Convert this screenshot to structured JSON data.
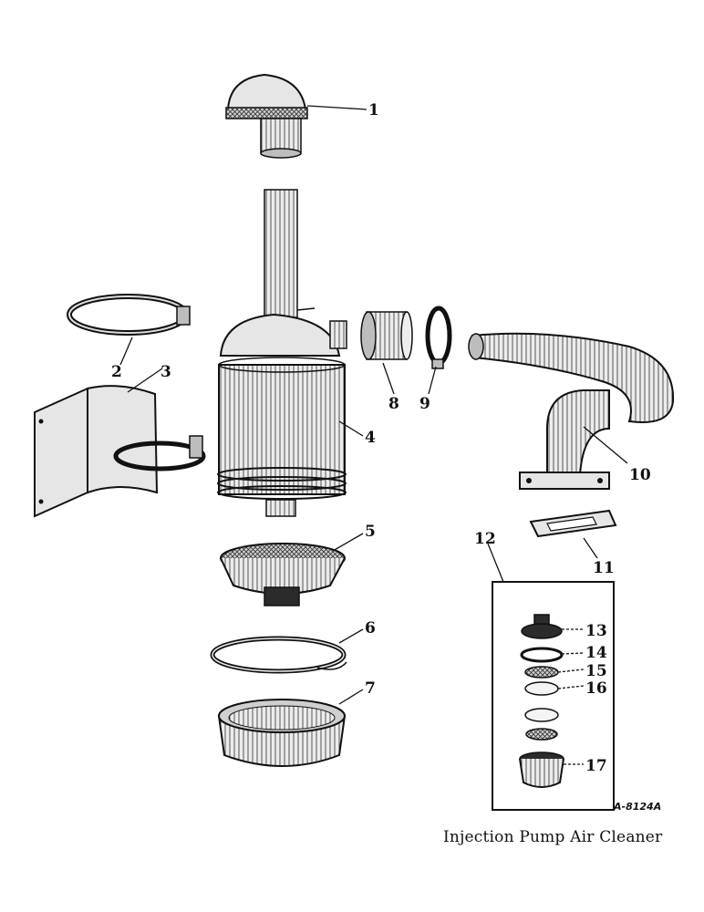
{
  "caption": "Injection Pump Air Cleaner",
  "drawing_code": "A-8124A",
  "callouts": {
    "c1": "1",
    "c2": "2",
    "c3": "3",
    "c4": "4",
    "c5": "5",
    "c6": "6",
    "c7": "7",
    "c8": "8",
    "c9": "9",
    "c10": "10",
    "c11": "11",
    "c12": "12",
    "c13": "13",
    "c14": "14",
    "c15": "15",
    "c16": "16",
    "c17": "17"
  }
}
